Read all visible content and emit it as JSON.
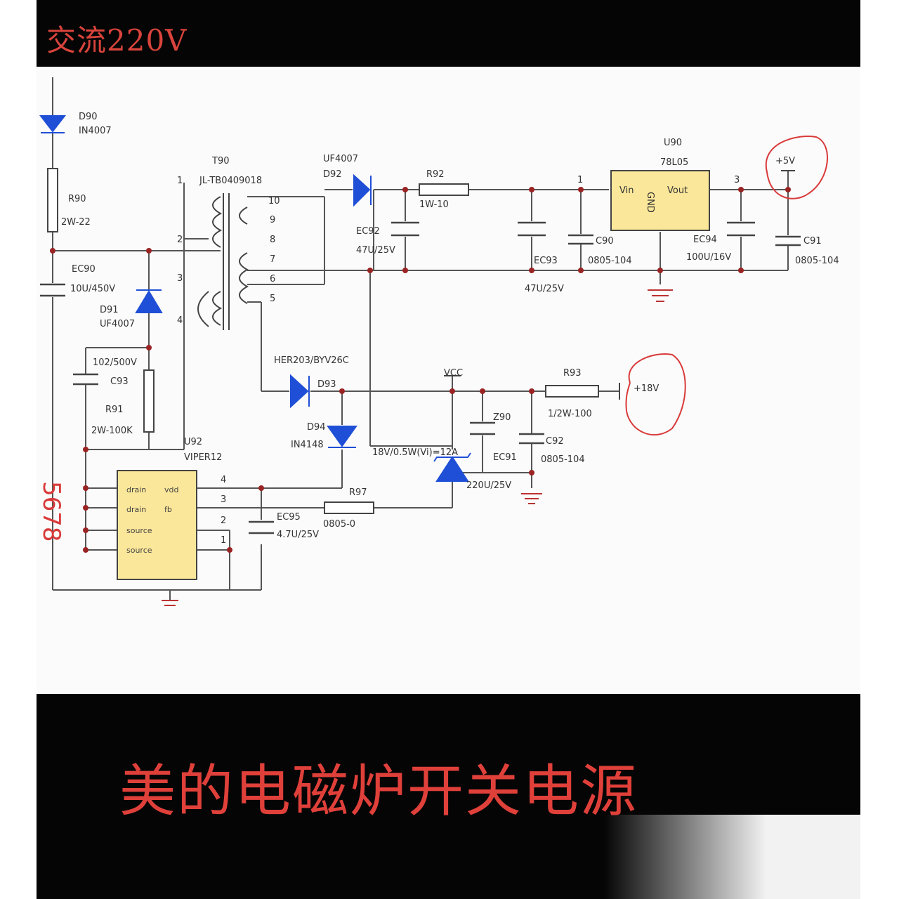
{
  "header": {
    "title": "交流220V"
  },
  "footer": {
    "title": "美的电磁炉开关电源"
  },
  "annotation": {
    "side_number": "5678"
  },
  "components": {
    "D90": {
      "ref": "D90",
      "value": "IN4007"
    },
    "R90": {
      "ref": "R90",
      "value": "2W-22"
    },
    "EC90": {
      "ref": "EC90",
      "value": "10U/450V"
    },
    "D91": {
      "ref": "D91",
      "value": "UF4007"
    },
    "C93": {
      "ref": "C93",
      "value": "102/500V"
    },
    "R91": {
      "ref": "R91",
      "value": "2W-100K"
    },
    "T90": {
      "ref": "T90",
      "value": "JL-TB0409018"
    },
    "D92": {
      "ref": "D92",
      "value": "UF4007"
    },
    "R92": {
      "ref": "R92",
      "value": "1W-10"
    },
    "EC92": {
      "ref": "EC92",
      "value": "47U/25V"
    },
    "EC93a": {
      "ref": "EC93",
      "value": "47U/25V"
    },
    "C90": {
      "ref": "C90",
      "value": "0805-104"
    },
    "U90": {
      "ref": "U90",
      "value": "78L05",
      "pin_in": "Vin",
      "pin_gnd": "GND",
      "pin_out": "Vout"
    },
    "EC94": {
      "ref": "EC94",
      "value": "100U/16V"
    },
    "C91": {
      "ref": "C91",
      "value": "0805-104"
    },
    "out5v": {
      "label": "+5V"
    },
    "D93": {
      "ref": "D93",
      "value": "HER203/BYV26C"
    },
    "D94": {
      "ref": "D94",
      "value": "IN4148"
    },
    "VCC": {
      "label": "VCC"
    },
    "Z90": {
      "ref": "Z90",
      "value": "18V/0.5W(Vi)=12A"
    },
    "EC91": {
      "ref": "EC91",
      "value": "220U/25V"
    },
    "R93": {
      "ref": "R93",
      "value": "1/2W-100"
    },
    "C92": {
      "ref": "C92",
      "value": "0805-104"
    },
    "out18v": {
      "label": "+18V"
    },
    "U92": {
      "ref": "U92",
      "value": "VIPER12",
      "pins": [
        "drain",
        "vdd",
        "drain",
        "fb",
        "source",
        "source"
      ]
    },
    "R97": {
      "ref": "R97",
      "value": "0805-0"
    },
    "EC95": {
      "ref": "EC95",
      "value": "4.7U/25V"
    }
  },
  "pins": {
    "t_left": [
      "1",
      "2",
      "3",
      "4"
    ],
    "t_right": [
      "10",
      "9",
      "8",
      "7",
      "6",
      "5"
    ],
    "u92": [
      "4",
      "3",
      "2",
      "1"
    ],
    "u90_in": "1",
    "u90_out": "3"
  },
  "colors": {
    "wire": "#555555",
    "junction": "#9a2323",
    "diode": "#1f4fd6",
    "ic_fill": "#fbe79a",
    "marker": "#d93a3a",
    "label": "#333333"
  }
}
